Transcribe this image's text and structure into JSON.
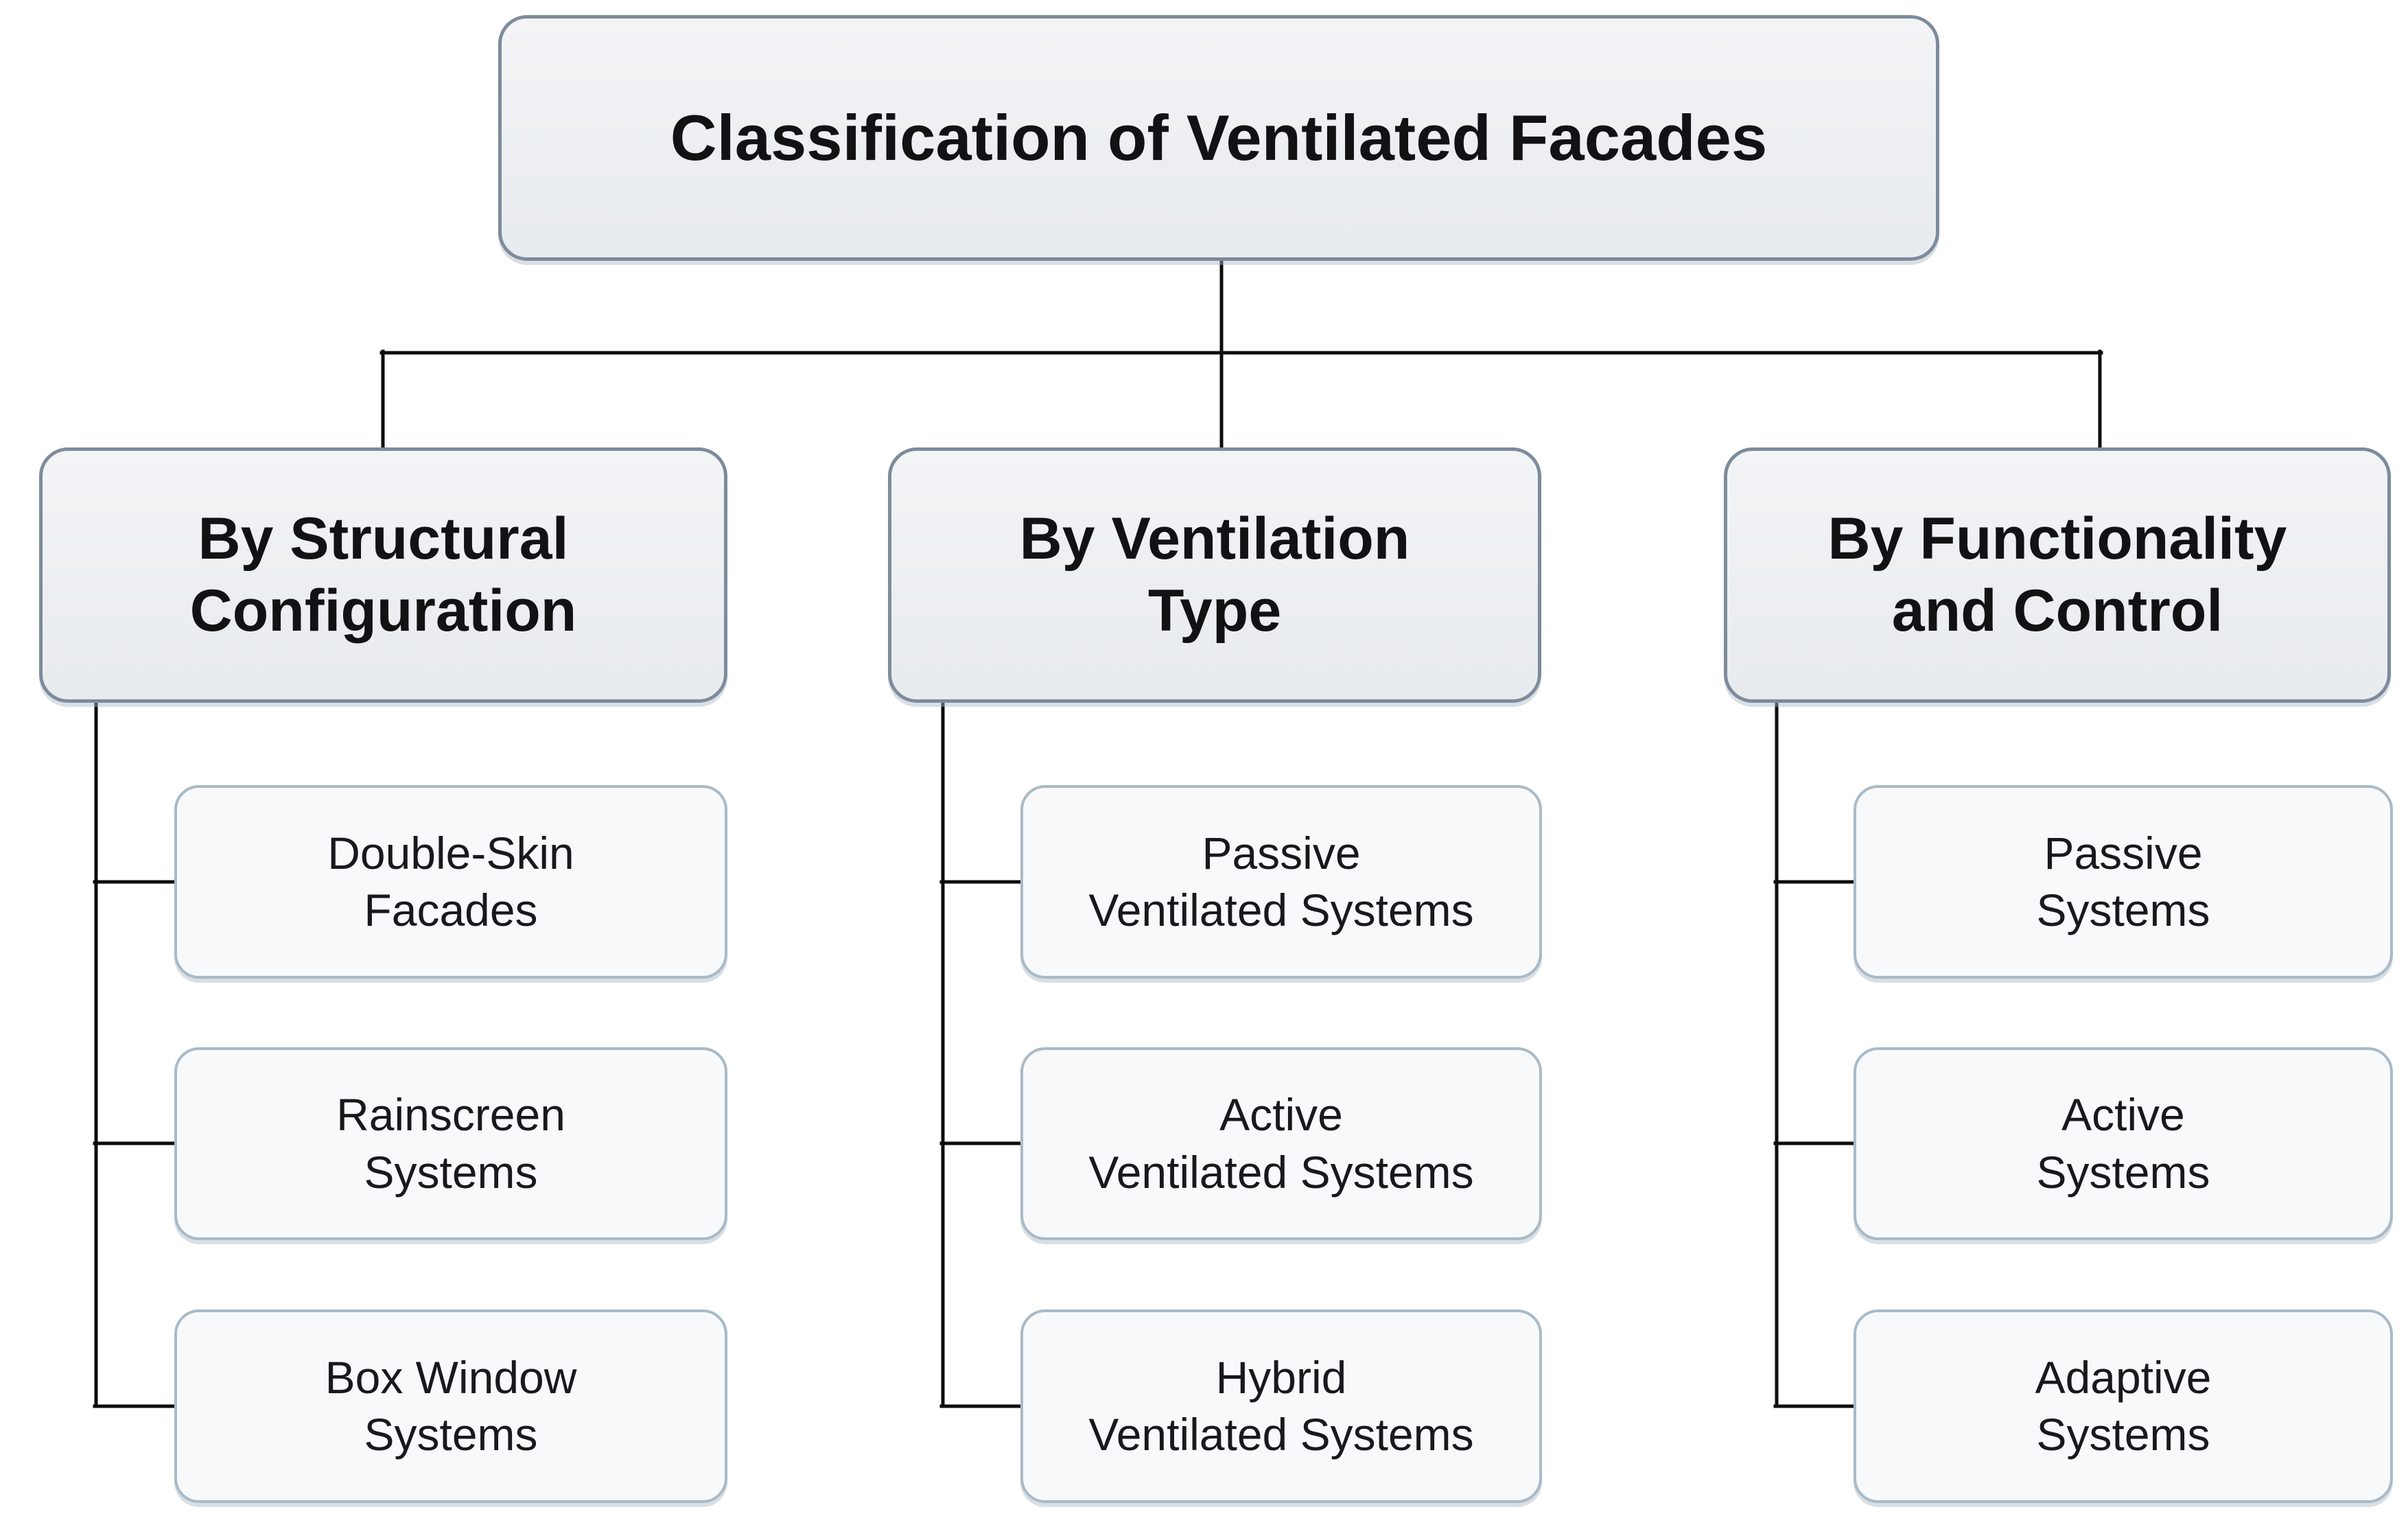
{
  "diagram": {
    "root": {
      "label": "Classification of Ventilated Facades"
    },
    "branches": [
      {
        "label": "By Structural\nConfiguration",
        "children": [
          "Double-Skin\nFacades",
          "Rainscreen\nSystems",
          "Box Window\nSystems"
        ]
      },
      {
        "label": "By Ventilation\nType",
        "children": [
          "Passive\nVentilated Systems",
          "Active\nVentilated Systems",
          "Hybrid\nVentilated Systems"
        ]
      },
      {
        "label": "By Functionality\nand Control",
        "children": [
          "Passive\nSystems",
          "Active\nSystems",
          "Adaptive\nSystems"
        ]
      }
    ],
    "colors": {
      "canvas_bg": "#ffffff",
      "header_fill_top": "#f2f4f6",
      "header_fill_bottom": "#e8ebee",
      "header_border": "#7d8b9b",
      "header_text": "#101214",
      "child_fill": "#f8f9fb",
      "child_border": "#a9bac7",
      "child_text": "#17191c",
      "connector": "#0d0d0d"
    }
  }
}
